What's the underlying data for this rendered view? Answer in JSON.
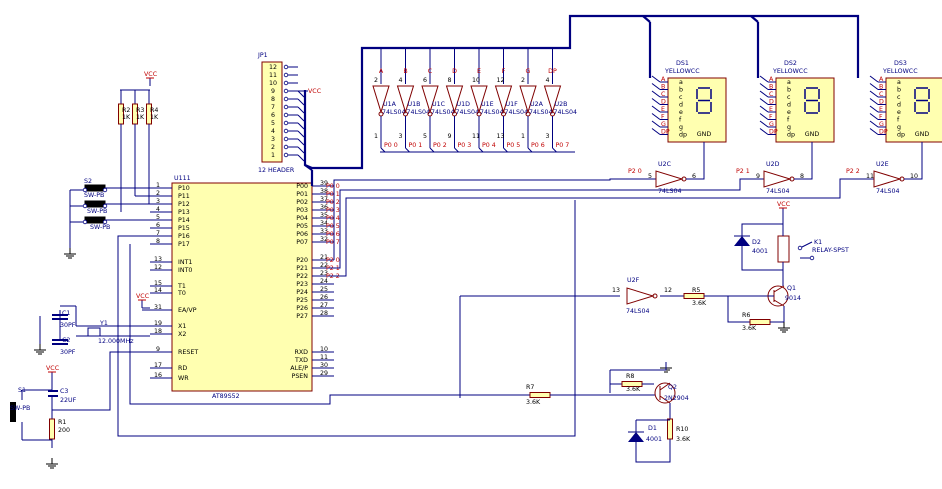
{
  "mcu": {
    "ref": "U111",
    "part": "AT89S52",
    "left_pins": [
      {
        "num": "1",
        "name": "P10"
      },
      {
        "num": "2",
        "name": "P11"
      },
      {
        "num": "3",
        "name": "P12"
      },
      {
        "num": "4",
        "name": "P13"
      },
      {
        "num": "5",
        "name": "P14"
      },
      {
        "num": "6",
        "name": "P15"
      },
      {
        "num": "7",
        "name": "P16"
      },
      {
        "num": "8",
        "name": "P17"
      },
      {
        "num": "13",
        "name": "INT1"
      },
      {
        "num": "12",
        "name": "INT0"
      },
      {
        "num": "15",
        "name": "T1"
      },
      {
        "num": "14",
        "name": "T0"
      },
      {
        "num": "31",
        "name": "EA/VP"
      },
      {
        "num": "19",
        "name": "X1"
      },
      {
        "num": "18",
        "name": "X2"
      },
      {
        "num": "9",
        "name": "RESET"
      },
      {
        "num": "17",
        "name": "RD"
      },
      {
        "num": "16",
        "name": "WR"
      }
    ],
    "right_pins": [
      {
        "num": "39",
        "name": "P00",
        "net": "P0 0"
      },
      {
        "num": "38",
        "name": "P01",
        "net": "P0 1"
      },
      {
        "num": "37",
        "name": "P02",
        "net": "P0 2"
      },
      {
        "num": "36",
        "name": "P03",
        "net": "P0 3"
      },
      {
        "num": "35",
        "name": "P04",
        "net": "P0 4"
      },
      {
        "num": "34",
        "name": "P05",
        "net": "P0 5"
      },
      {
        "num": "33",
        "name": "P06",
        "net": "P0 6"
      },
      {
        "num": "32",
        "name": "P07",
        "net": "P0 7"
      },
      {
        "num": "21",
        "name": "P20",
        "net": "P2 0"
      },
      {
        "num": "22",
        "name": "P21",
        "net": "P2 1"
      },
      {
        "num": "23",
        "name": "P22",
        "net": "P2 2"
      },
      {
        "num": "24",
        "name": "P23",
        "net": ""
      },
      {
        "num": "25",
        "name": "P24",
        "net": ""
      },
      {
        "num": "26",
        "name": "P25",
        "net": ""
      },
      {
        "num": "27",
        "name": "P26",
        "net": ""
      },
      {
        "num": "28",
        "name": "P27",
        "net": ""
      },
      {
        "num": "10",
        "name": "RXD",
        "net": ""
      },
      {
        "num": "11",
        "name": "TXD",
        "net": ""
      },
      {
        "num": "30",
        "name": "ALE/P",
        "net": ""
      },
      {
        "num": "29",
        "name": "PSEN",
        "net": ""
      }
    ]
  },
  "header": {
    "ref": "JP1",
    "label": "12 HEADER",
    "pins": [
      "12",
      "11",
      "10",
      "9",
      "8",
      "7",
      "6",
      "5",
      "4",
      "3",
      "2",
      "1"
    ],
    "vcc": "VCC"
  },
  "vcc": "VCC",
  "pullups": [
    {
      "ref": "R2",
      "value": "1K"
    },
    {
      "ref": "R3",
      "value": "1K"
    },
    {
      "ref": "R4",
      "value": "1K"
    }
  ],
  "switches": [
    {
      "ref": "S2",
      "label": "SW-PB"
    },
    {
      "label": "SW-PB"
    },
    {
      "label": "SW-PB"
    }
  ],
  "reset": {
    "switch": "S1",
    "switch_label": "SW-PB",
    "cap": "C3",
    "cap_value": "22UF",
    "res": "R1",
    "res_value": "200"
  },
  "crystal": {
    "ref": "Y1",
    "value": "12.000MHz",
    "c1": "C1",
    "c1_value": "30PF",
    "c2": "C2",
    "c2_value": "30PF"
  },
  "segment_inverters": [
    {
      "top": "A",
      "ref": "U1A",
      "part": "74LS04",
      "net": "P0 0"
    },
    {
      "top": "B",
      "ref": "U1B",
      "part": "74LS04",
      "net": "P0 1"
    },
    {
      "top": "C",
      "ref": "U1C",
      "part": "74LS04",
      "net": "P0 2"
    },
    {
      "top": "D",
      "ref": "U1D",
      "part": "74LS04",
      "net": "P0 3"
    },
    {
      "top": "E",
      "ref": "U1E",
      "part": "74LS04",
      "net": "P0 4"
    },
    {
      "top": "F",
      "ref": "U1F",
      "part": "74LS04",
      "net": "P0 5"
    },
    {
      "top": "G",
      "ref": "U2A",
      "part": "74LS04",
      "net": "P0 6"
    },
    {
      "top": "DP",
      "ref": "U2B",
      "part": "74LS04",
      "net": "P0 7"
    }
  ],
  "inverter_pins": [
    [
      "1",
      "2"
    ],
    [
      "3",
      "4"
    ],
    [
      "5",
      "6"
    ],
    [
      "9",
      "8"
    ],
    [
      "11",
      "10"
    ],
    [
      "13",
      "12"
    ],
    [
      "1",
      "2"
    ],
    [
      "3",
      "4"
    ]
  ],
  "displays": [
    {
      "ref": "DS1",
      "label": "YELLOWCC",
      "drv_ref": "U2C",
      "drv_part": "74LS04",
      "net": "P2 0",
      "pin_in": "5",
      "pin_out": "6"
    },
    {
      "ref": "DS2",
      "label": "YELLOWCC",
      "drv_ref": "U2D",
      "drv_part": "74LS04",
      "net": "P2 1",
      "pin_in": "9",
      "pin_out": "8"
    },
    {
      "ref": "DS3",
      "label": "YELLOWCC",
      "drv_ref": "U2E",
      "drv_part": "74LS04",
      "net": "P2 2",
      "pin_in": "11",
      "pin_out": "10"
    }
  ],
  "seg_pins": [
    "A",
    "B",
    "C",
    "D",
    "E",
    "F",
    "G",
    "DP"
  ],
  "seg_inner": [
    "a",
    "b",
    "c",
    "d",
    "e",
    "f",
    "g",
    "dp"
  ],
  "seg_gnd": "GND",
  "relay": {
    "ref": "K1",
    "label": "RELAY-SPST",
    "diode": "D2",
    "diode_value": "4001",
    "transistor": "Q1",
    "transistor_part": "9014",
    "inv_ref": "U2F",
    "inv_part": "74LS04",
    "pin_in": "13",
    "pin_out": "12",
    "r5": "R5",
    "r5_value": "3.6K",
    "r6": "R6",
    "r6_value": "3.6K"
  },
  "buzzer": {
    "transistor": "Q2",
    "transistor_part": "2N2904",
    "r7": "R7",
    "r7_value": "3.6K",
    "r8": "R8",
    "r8_value": "3.6K",
    "r10": "R10",
    "r10_value": "3.6K",
    "diode": "D1",
    "diode_value": "4001"
  }
}
